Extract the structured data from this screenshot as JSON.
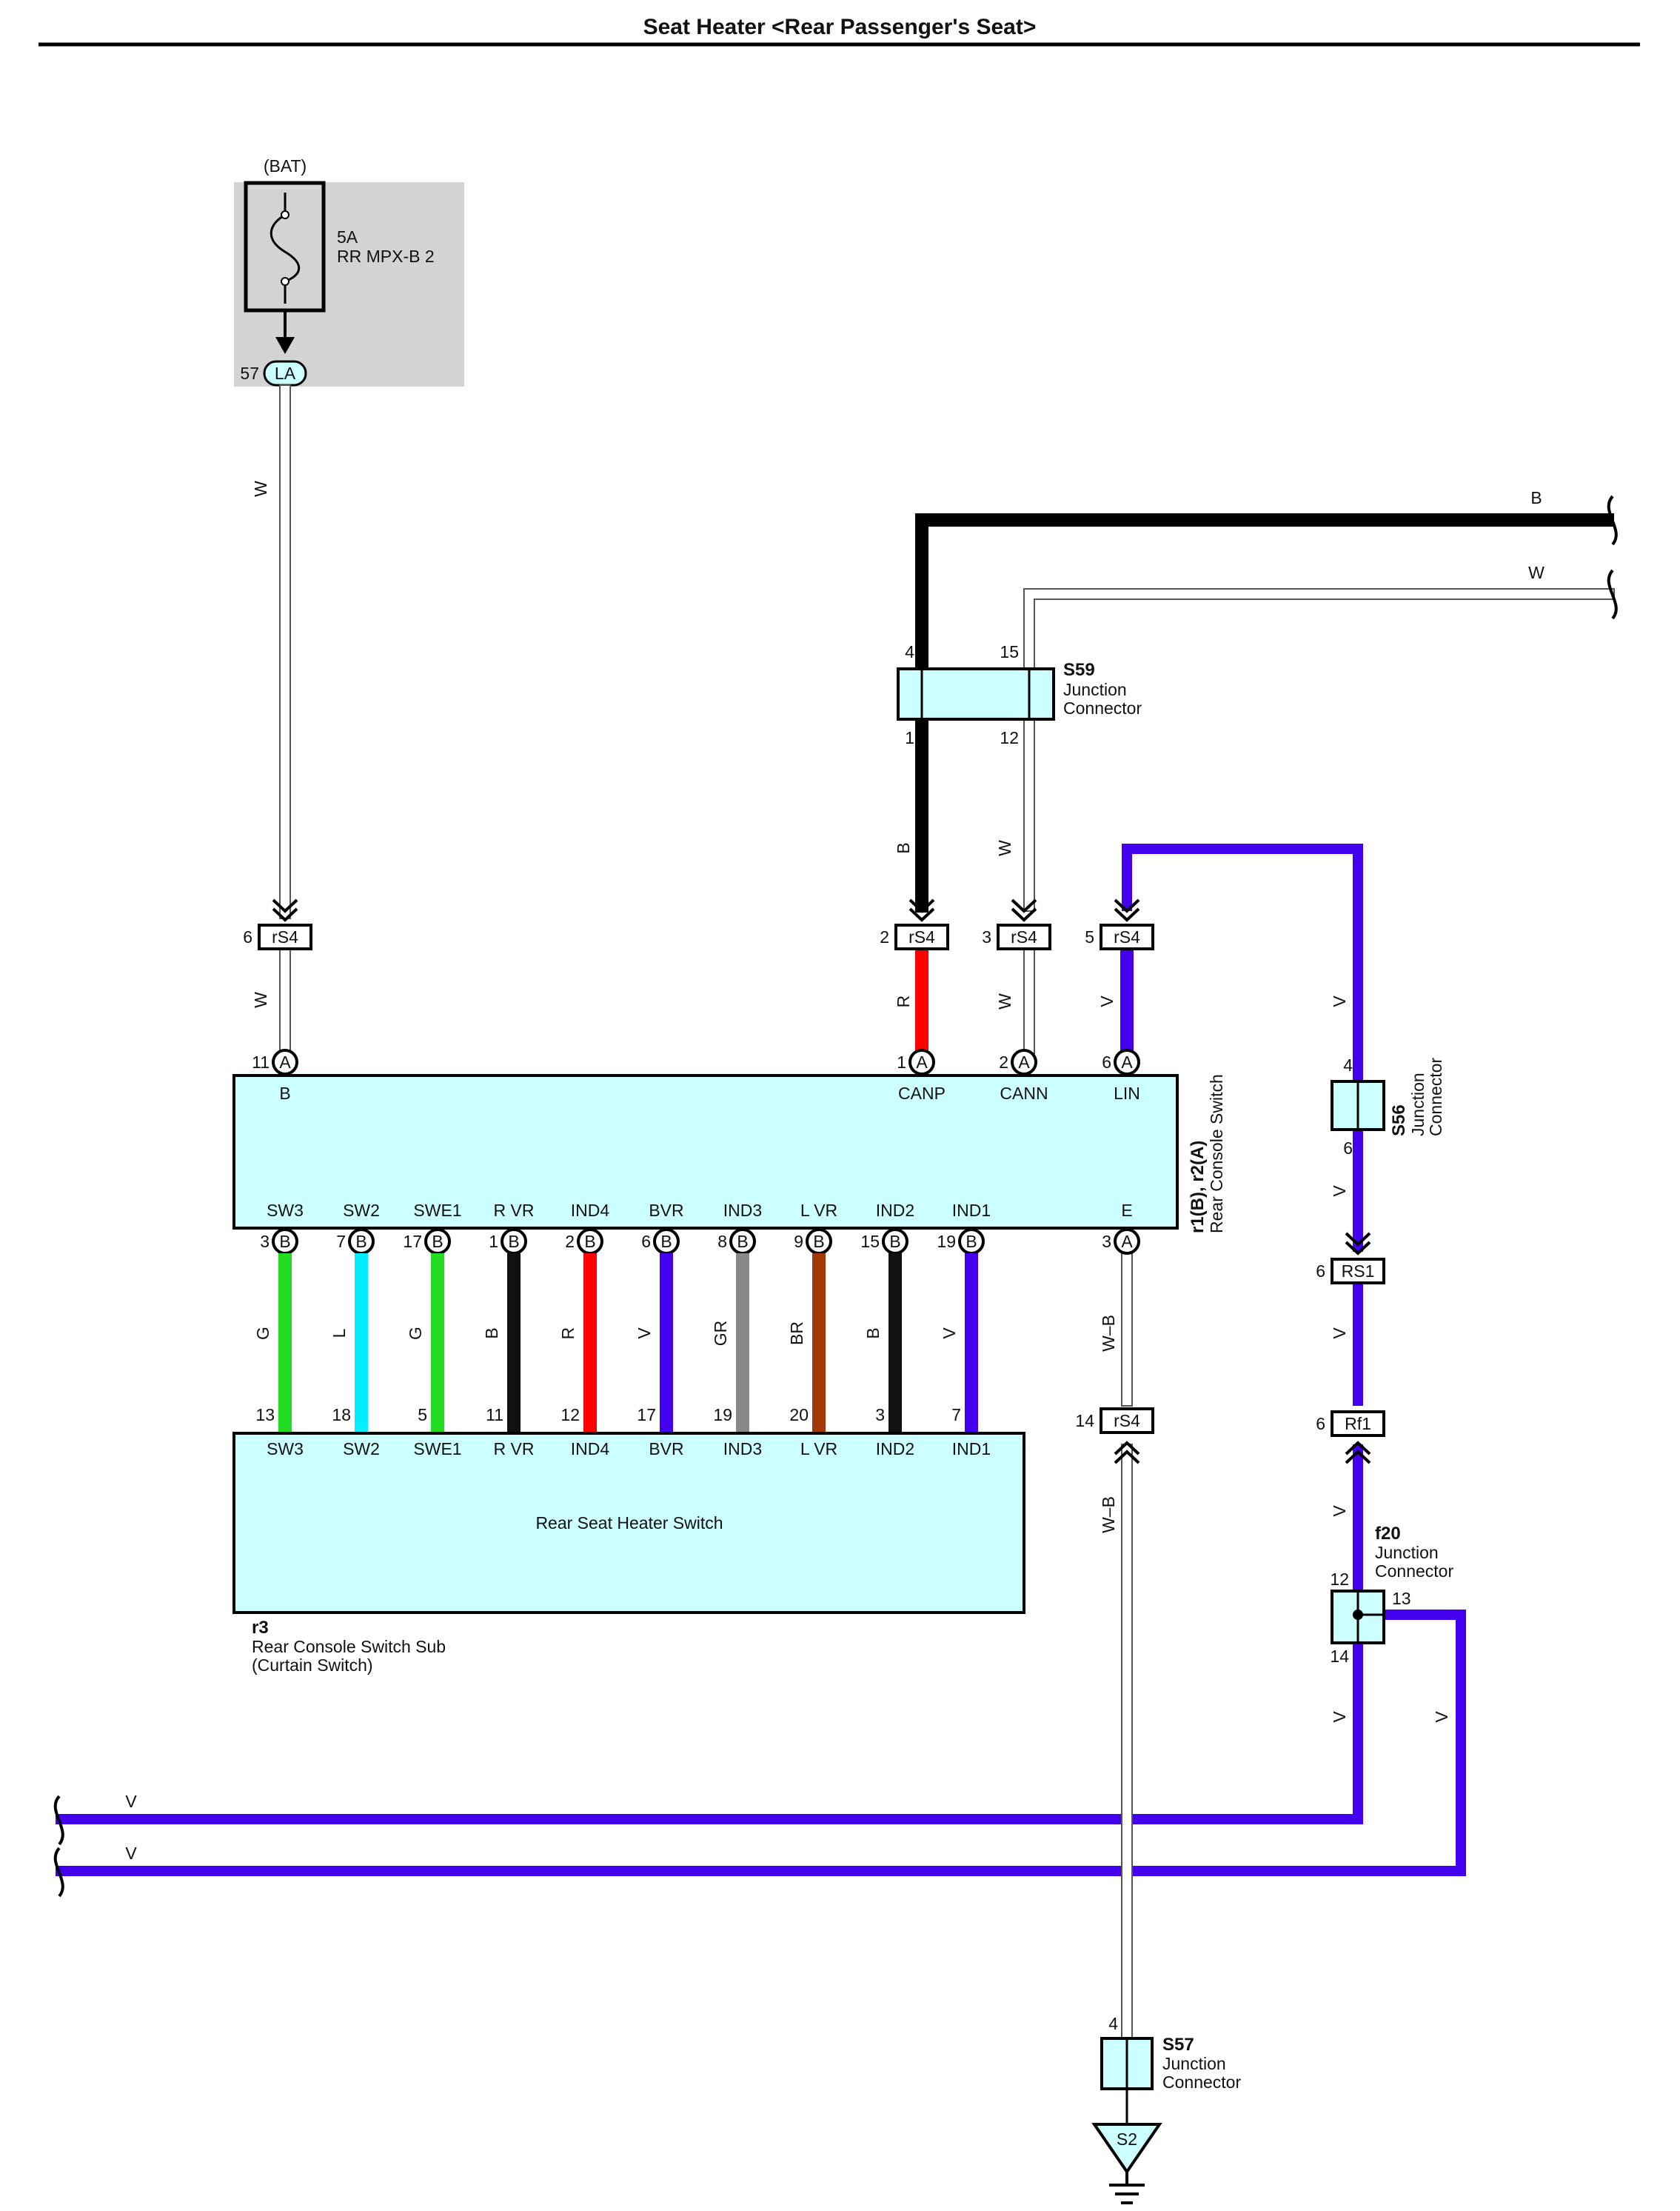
{
  "title": "Seat Heater <Rear Passenger's Seat>",
  "bat": {
    "label": "(BAT)",
    "fuse_amps": "5A",
    "fuse_name": "RR MPX-B 2",
    "pin": "57",
    "connector": "LA"
  },
  "wire_colors": {
    "W": "#ffffff",
    "B": "#000000",
    "R": "#ff0000",
    "V": "#4400ee",
    "G": "#22dd22",
    "L": "#00eeff",
    "GR": "#888888",
    "BR": "#a03808",
    "W-B": "#ffffff"
  },
  "colors": {
    "component_fill": "#ccffff",
    "fuse_box_fill": "#d3d3d3"
  },
  "wire_labels": {
    "w1": "W",
    "w2": "W",
    "b_top": "B",
    "w_top": "W",
    "b_mid": "B",
    "w_mid": "W",
    "r_mid": "R",
    "w_lower": "W",
    "v_lower": "V",
    "v_s56a": "V",
    "v_s56b": "V",
    "v_rs1": "V",
    "v_rf1": "V",
    "v_f20a": "V",
    "v_f20b": "V",
    "wb_a": "W–B",
    "wb_b": "W–B",
    "v_bus1": "V",
    "v_bus2": "V"
  },
  "s59": {
    "id": "S59",
    "line1": "Junction",
    "line2": "Connector",
    "pin_tl": "4",
    "pin_tr": "15",
    "pin_bl": "1",
    "pin_br": "12"
  },
  "s56": {
    "id": "S56",
    "line1": "Junction",
    "line2": "Connector",
    "pin_top": "4",
    "pin_bottom": "6"
  },
  "s57": {
    "id": "S57",
    "line1": "Junction",
    "line2": "Connector",
    "pin_top": "4",
    "ground": "S2"
  },
  "f20": {
    "id": "f20",
    "line1": "Junction",
    "line2": "Connector",
    "pin_left": "12",
    "pin_right": "13",
    "pin_bottom": "14"
  },
  "rs4_connectors": [
    {
      "pin": "6",
      "name": "rS4"
    },
    {
      "pin": "2",
      "name": "rS4"
    },
    {
      "pin": "3",
      "name": "rS4"
    },
    {
      "pin": "5",
      "name": "rS4"
    },
    {
      "pin": "14",
      "name": "rS4"
    }
  ],
  "rs1": {
    "pin": "6",
    "name": "RS1"
  },
  "rf1": {
    "pin": "6",
    "name": "Rf1"
  },
  "rear_console_switch": {
    "id": "r1(B), r2(A)",
    "name": "Rear Console Switch",
    "top_pins": [
      {
        "num": "11",
        "conn": "A",
        "label": "B"
      },
      {
        "num": "1",
        "conn": "A",
        "label": "CANP"
      },
      {
        "num": "2",
        "conn": "A",
        "label": "CANN"
      },
      {
        "num": "6",
        "conn": "A",
        "label": "LIN"
      }
    ],
    "bottom_pins": [
      {
        "num": "3",
        "conn": "B",
        "label": "SW3"
      },
      {
        "num": "7",
        "conn": "B",
        "label": "SW2"
      },
      {
        "num": "17",
        "conn": "B",
        "label": "SWE1"
      },
      {
        "num": "1",
        "conn": "B",
        "label": "R VR"
      },
      {
        "num": "2",
        "conn": "B",
        "label": "IND4"
      },
      {
        "num": "6",
        "conn": "B",
        "label": "BVR"
      },
      {
        "num": "8",
        "conn": "B",
        "label": "IND3"
      },
      {
        "num": "9",
        "conn": "B",
        "label": "L VR"
      },
      {
        "num": "15",
        "conn": "B",
        "label": "IND2"
      },
      {
        "num": "19",
        "conn": "B",
        "label": "IND1"
      },
      {
        "num": "3",
        "conn": "A",
        "label": "E"
      }
    ]
  },
  "harness": [
    {
      "color": "G",
      "hex": "#22dd22",
      "sw_pin": "13",
      "sw_label": "SW3"
    },
    {
      "color": "L",
      "hex": "#00eeff",
      "sw_pin": "18",
      "sw_label": "SW2"
    },
    {
      "color": "G",
      "hex": "#22dd22",
      "sw_pin": "5",
      "sw_label": "SWE1"
    },
    {
      "color": "B",
      "hex": "#111111",
      "sw_pin": "11",
      "sw_label": "R VR"
    },
    {
      "color": "R",
      "hex": "#ff0000",
      "sw_pin": "12",
      "sw_label": "IND4"
    },
    {
      "color": "V",
      "hex": "#4400ee",
      "sw_pin": "17",
      "sw_label": "BVR"
    },
    {
      "color": "GR",
      "hex": "#888888",
      "sw_pin": "19",
      "sw_label": "IND3"
    },
    {
      "color": "BR",
      "hex": "#a03808",
      "sw_pin": "20",
      "sw_label": "L VR"
    },
    {
      "color": "B",
      "hex": "#111111",
      "sw_pin": "3",
      "sw_label": "IND2"
    },
    {
      "color": "V",
      "hex": "#4400ee",
      "sw_pin": "7",
      "sw_label": "IND1"
    }
  ],
  "heater_switch": {
    "id": "r3",
    "name": "Rear Console Switch Sub",
    "sub": "(Curtain Switch)",
    "center_label": "Rear Seat Heater Switch"
  }
}
